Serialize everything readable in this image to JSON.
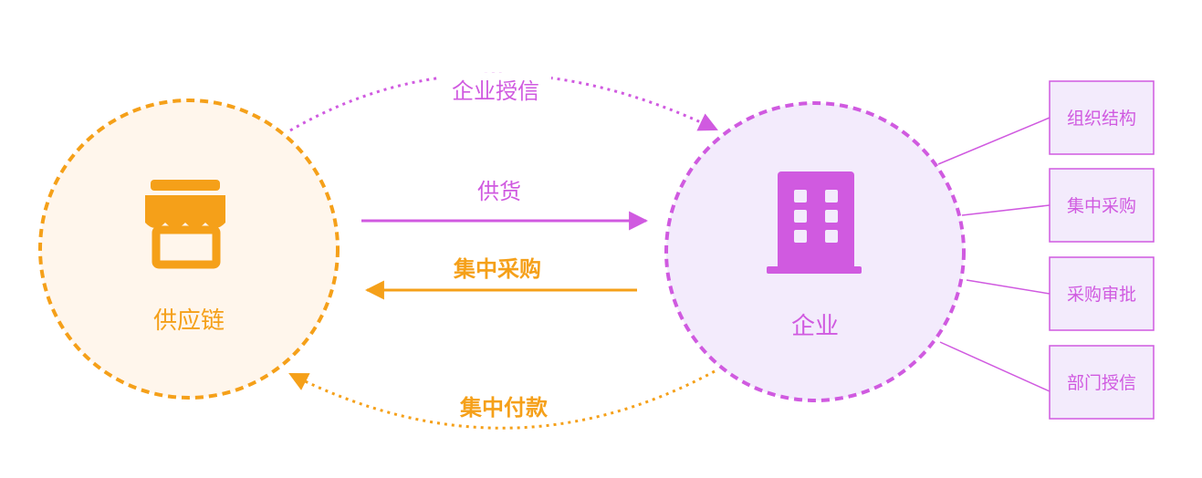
{
  "nodes": {
    "supply_chain": {
      "label": "供应链",
      "icon": "storefront-icon",
      "color": "#f5a019"
    },
    "enterprise": {
      "label": "企业",
      "icon": "office-building-icon",
      "color": "#d05ae0"
    }
  },
  "flows": {
    "enterprise_credit": {
      "label": "企业授信",
      "color": "#d05ae0"
    },
    "supply": {
      "label": "供货",
      "color": "#d05ae0"
    },
    "central_purchase": {
      "label": "集中采购",
      "color": "#f5a019"
    },
    "central_payment": {
      "label": "集中付款",
      "color": "#f5a019"
    }
  },
  "features": [
    {
      "label": "组织结构"
    },
    {
      "label": "集中采购"
    },
    {
      "label": "采购审批"
    },
    {
      "label": "部门授信"
    }
  ]
}
